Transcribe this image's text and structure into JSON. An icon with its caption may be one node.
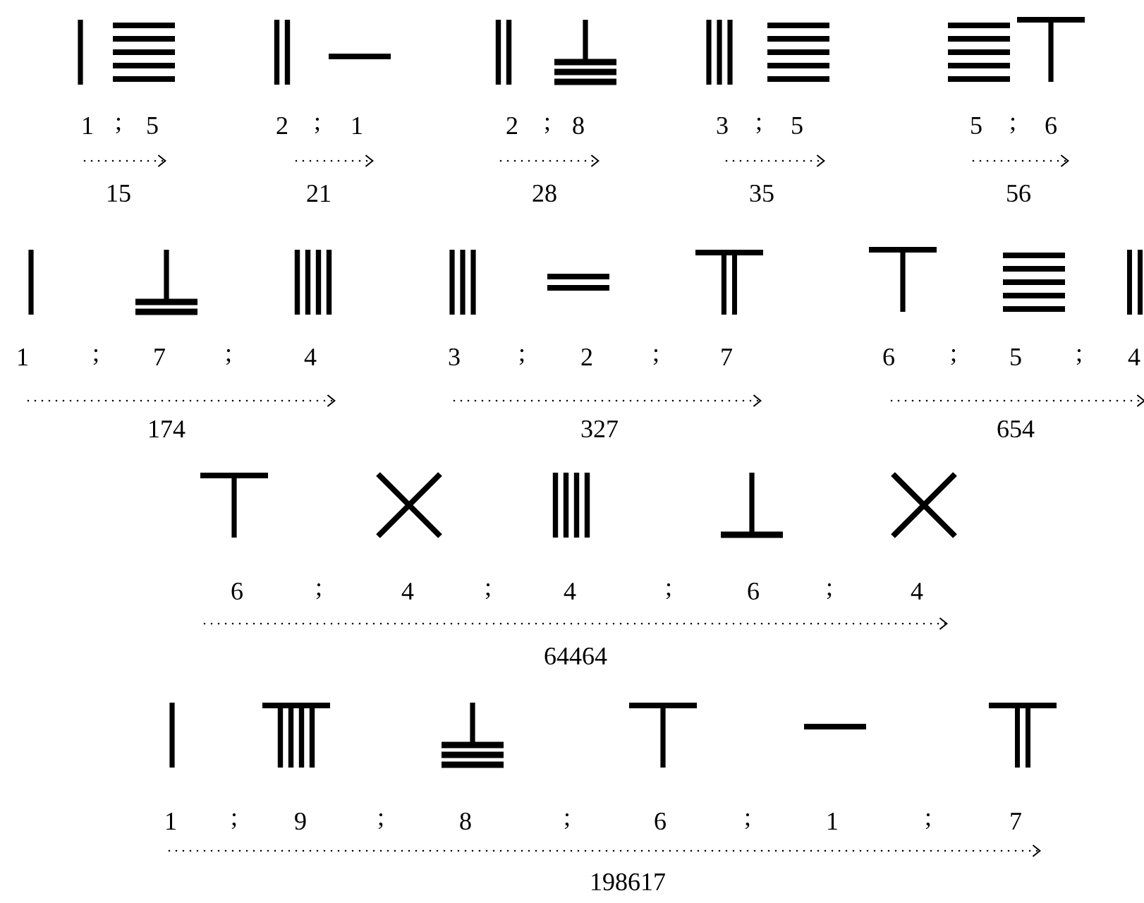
{
  "diagram": {
    "labels": [
      "1",
      ";",
      "5",
      "2",
      ";",
      "1",
      "2",
      ";",
      "8",
      "3",
      ";",
      "5",
      "5",
      ";",
      "6",
      "15",
      "21",
      "28",
      "35",
      "56",
      "1",
      ";",
      "7",
      ";",
      "4",
      "3",
      ";",
      "2",
      ";",
      "7",
      "6",
      ";",
      "5",
      ";",
      "4",
      "174",
      "327",
      "654",
      "6",
      ";",
      "4",
      ";",
      "4",
      ";",
      "6",
      ";",
      "4",
      "64464",
      "1",
      ";",
      "9",
      ";",
      "8",
      ";",
      "6",
      ";",
      "1",
      ";",
      "7",
      "198617"
    ]
  }
}
